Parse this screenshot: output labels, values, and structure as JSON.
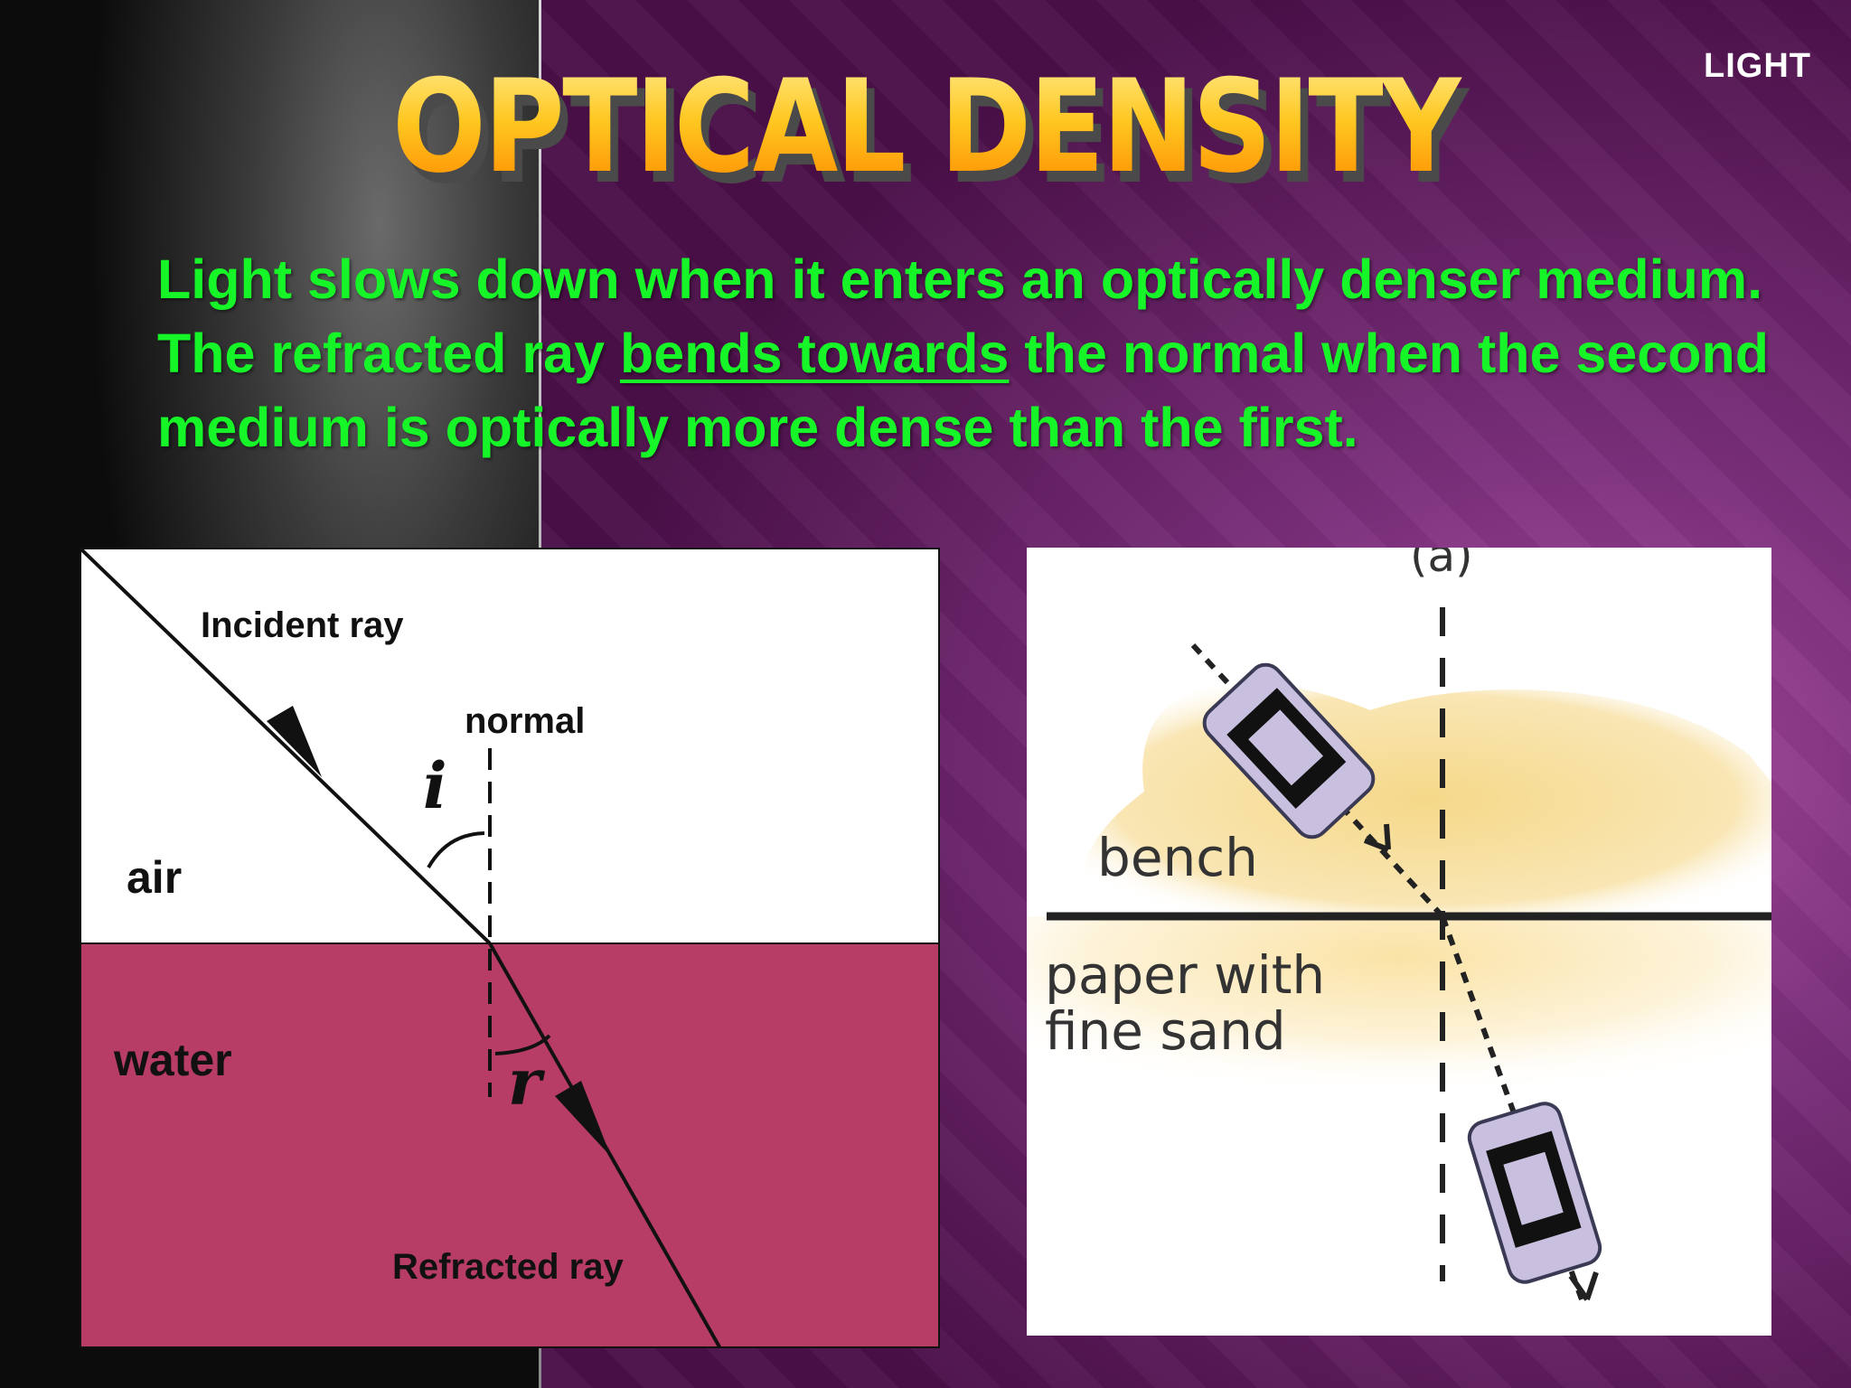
{
  "header": {
    "chapter_label": "LIGHT",
    "title": "OPTICAL DENSITY"
  },
  "body": {
    "text_before": "Light slows down when it enters an optically denser medium. The refracted ray ",
    "text_emphasis": "bends towards",
    "text_after": " the normal when the second medium is optically more dense than the first."
  },
  "refraction_diagram": {
    "incident_ray_label": "Incident ray",
    "normal_label": "normal",
    "angle_incidence_label": "i",
    "air_label": "air",
    "water_label": "water",
    "angle_refraction_label": "r",
    "refracted_ray_label": "Refracted ray",
    "water_color": "#b73c66"
  },
  "car_analogy": {
    "panel_label": "(a)",
    "bench_label": "bench",
    "sand_label_line1": "paper with",
    "sand_label_line2": "fine sand",
    "car_color": "#c9c0e0"
  }
}
